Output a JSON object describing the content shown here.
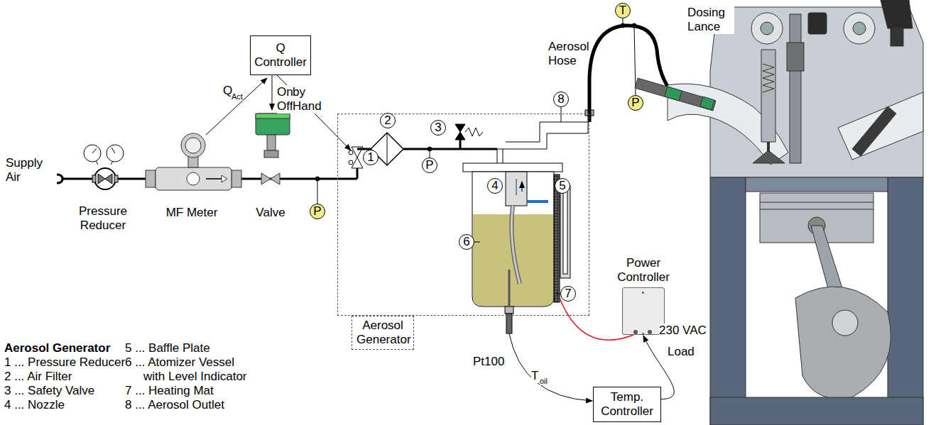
{
  "diagram": {
    "nodes": [
      {
        "text": [
          "Q Controller"
        ]
      },
      {
        "text": [
          "Aerosol Generator"
        ]
      },
      {
        "text": [
          "1"
        ],
        "in": 1
      },
      {
        "text": [
          "2"
        ],
        "in": 1
      },
      {
        "text": [
          "3"
        ],
        "in": 1
      },
      {
        "text": [
          "P"
        ],
        "in": 1
      },
      {
        "text": [
          "4"
        ],
        "in": 1
      },
      {
        "text": [
          "5"
        ],
        "in": 1
      },
      {
        "text": [
          "6"
        ],
        "in": 1
      },
      {
        "text": [
          "7"
        ],
        "in": 1
      },
      {
        "text": [
          "8"
        ]
      },
      {
        "text": [
          "T"
        ]
      },
      {
        "text": [
          "P"
        ]
      },
      {
        "text": [
          "P"
        ]
      },
      {
        "text": [
          "Power Controller"
        ]
      },
      {
        "text": [
          "Temp. Controller"
        ]
      }
    ],
    "edges": [
      {
        "from": 15,
        "to": 14,
        "arrow": "to",
        "label": "Load"
      }
    ],
    "labels": [
      "Supply Air",
      "Pressure Reducer",
      "MF Meter",
      "Valve",
      "Q",
      "Act",
      "On/ Off",
      "by Hand",
      "Aerosol Hose",
      "Dosing Lance",
      "Pt100",
      "T",
      "oil",
      "230 VAC",
      "Aerosol Generator",
      "1 ... Pressure Reducer",
      "2 ... Air Filter",
      "3 ... Safety Valve",
      "4 ... Nozzle",
      "5 ... Baffle Plate",
      "6 ... Atomizer Vessel with Level Indicator",
      "7 ... Heating Mat",
      "8 ... Aerosol Outlet"
    ]
  }
}
